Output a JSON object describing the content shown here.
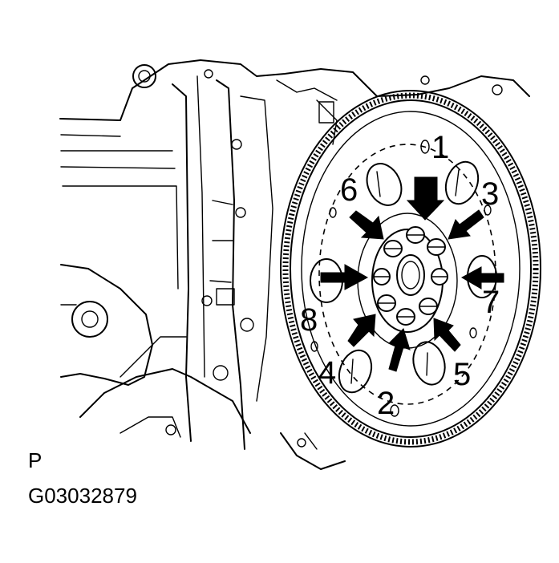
{
  "figure": {
    "view_label": "P",
    "figure_code": "G03032879",
    "bolt_sequence": [
      "1",
      "2",
      "3",
      "4",
      "5",
      "6",
      "7",
      "8"
    ],
    "arrow_color": "#000000",
    "line_color": "#000000",
    "background": "#ffffff"
  }
}
